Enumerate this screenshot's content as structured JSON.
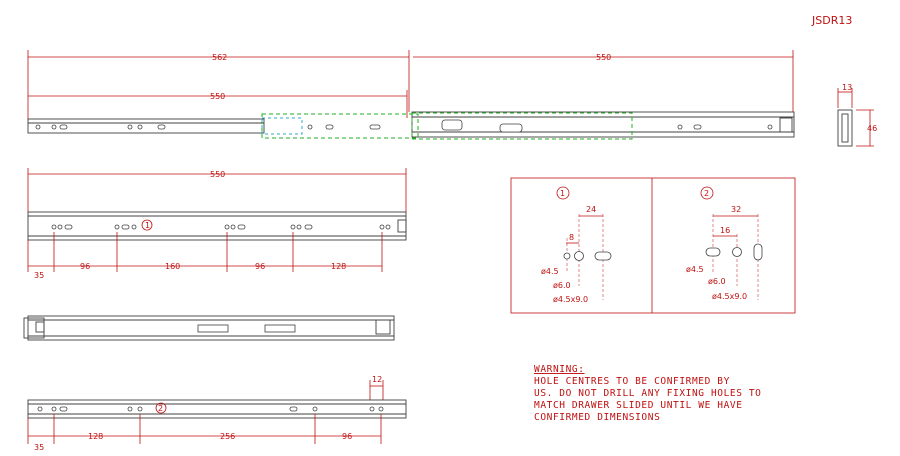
{
  "drawing_code": "JSDR13",
  "top_view": {
    "overall_left": "562",
    "overall_right": "550",
    "inner": "550"
  },
  "side_view": {
    "width": "13",
    "height": "46"
  },
  "detail_box": {
    "panel1": {
      "marker": "1",
      "dim_24": "24",
      "dim_8": "8",
      "hole_a": "ø4.5",
      "hole_b": "ø6.0",
      "slot": "ø4.5x9.0"
    },
    "panel2": {
      "marker": "2",
      "dim_32": "32",
      "dim_16": "16",
      "hole_a": "ø4.5",
      "hole_b": "ø6.0",
      "slot": "ø4.5x9.0"
    }
  },
  "middle_rail": {
    "overall": "550",
    "marker": "1",
    "spacings": [
      "35",
      "96",
      "160",
      "96",
      "128"
    ]
  },
  "bottom_rail": {
    "marker": "2",
    "spacings": [
      "35",
      "128",
      "256",
      "96"
    ],
    "top_dim": "12"
  },
  "warning": {
    "heading": "WARNING:",
    "lines": [
      "HOLE CENTRES TO BE CONFIRMED BY",
      "US. DO NOT DRILL ANY FIXING HOLES TO",
      "MATCH DRAWER SLIDED UNTIL WE HAVE",
      "CONFIRMED DIMENSIONS"
    ]
  }
}
